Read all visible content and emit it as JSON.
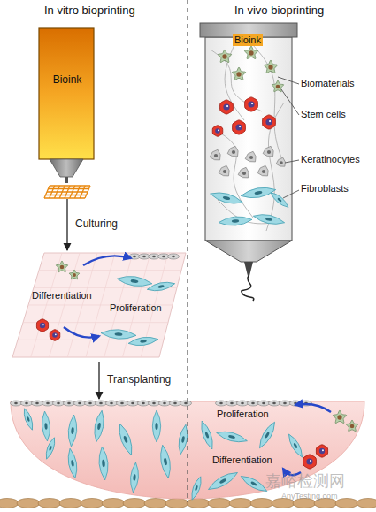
{
  "diagram": {
    "nodes": [
      {
        "text": [
          "Bioink"
        ]
      },
      {
        "text": [
          "Differentiation",
          "Proliferation"
        ]
      },
      {
        "text": [
          "Proliferation",
          "Differentiation"
        ]
      },
      {
        "text": [
          "Bioink"
        ]
      }
    ],
    "edges": [
      {
        "from": 0,
        "to": 1,
        "arrow": "to",
        "label": "Culturing"
      },
      {
        "from": 1,
        "to": 2,
        "arrow": "to",
        "label": "Transplanting"
      }
    ],
    "labels": [
      "In vitro bioprinting",
      "In vivo bioprinting",
      "Biomaterials",
      "Stem cells",
      "Keratinocytes",
      "Fibroblasts",
      "嘉峪检测网",
      "AnyTesting.com"
    ]
  }
}
